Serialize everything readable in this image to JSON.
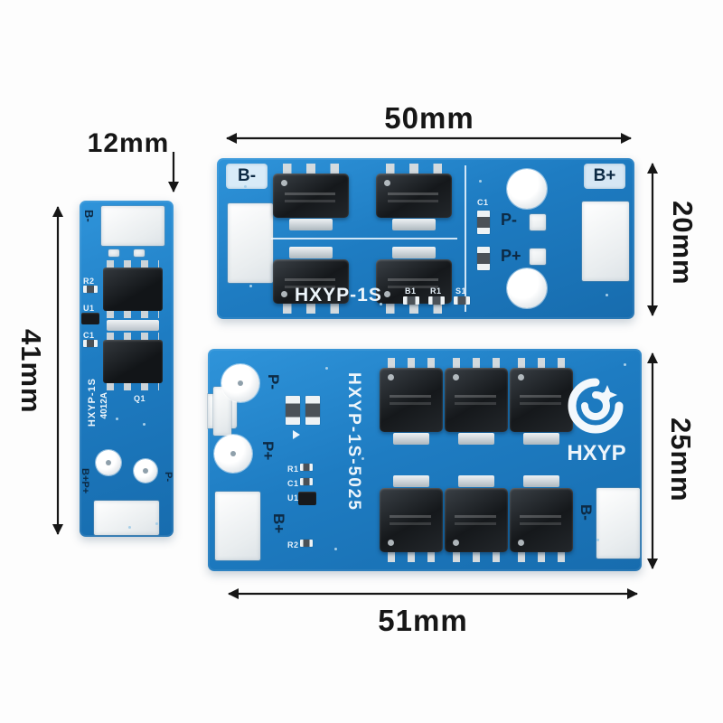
{
  "dimensions": {
    "small_width": "12mm",
    "small_height": "41mm",
    "top_width": "50mm",
    "top_height": "20mm",
    "bottom_height": "25mm",
    "bottom_width": "51mm"
  },
  "small_board": {
    "terminal_top": "B-",
    "ref_r2": "R2",
    "ref_u1": "U1",
    "ref_c1": "C1",
    "ref_q1": "Q1",
    "model": "HXYP-1S",
    "code": "4012A",
    "terminal_bottom_left": "B+P+",
    "terminal_bottom_right": "P-"
  },
  "top_board": {
    "terminal_b_minus": "B-",
    "terminal_b_plus": "B+",
    "terminal_p_minus": "P-",
    "terminal_p_plus": "P+",
    "ref_c1": "C1",
    "ref_b1": "B1",
    "ref_r1": "R1",
    "ref_s1": "S1",
    "model": "HXYP-1S"
  },
  "bottom_board": {
    "terminal_p_minus": "P-",
    "terminal_p_plus": "P+",
    "terminal_b_plus": "B+",
    "terminal_b_minus": "B-",
    "model": "HXYP-1S-5025",
    "brand": "HXYP",
    "ref_r1": "R1",
    "ref_c1": "C1",
    "ref_u1": "U1",
    "ref_r2": "R2"
  },
  "colors": {
    "pcb_blue": "#1e7cc2",
    "pad_white": "#eef1f3",
    "silkscreen_white": "#edf5fb",
    "label_dark": "#0d2a44",
    "annotation_black": "#161616",
    "background": "#fdfdfd"
  }
}
